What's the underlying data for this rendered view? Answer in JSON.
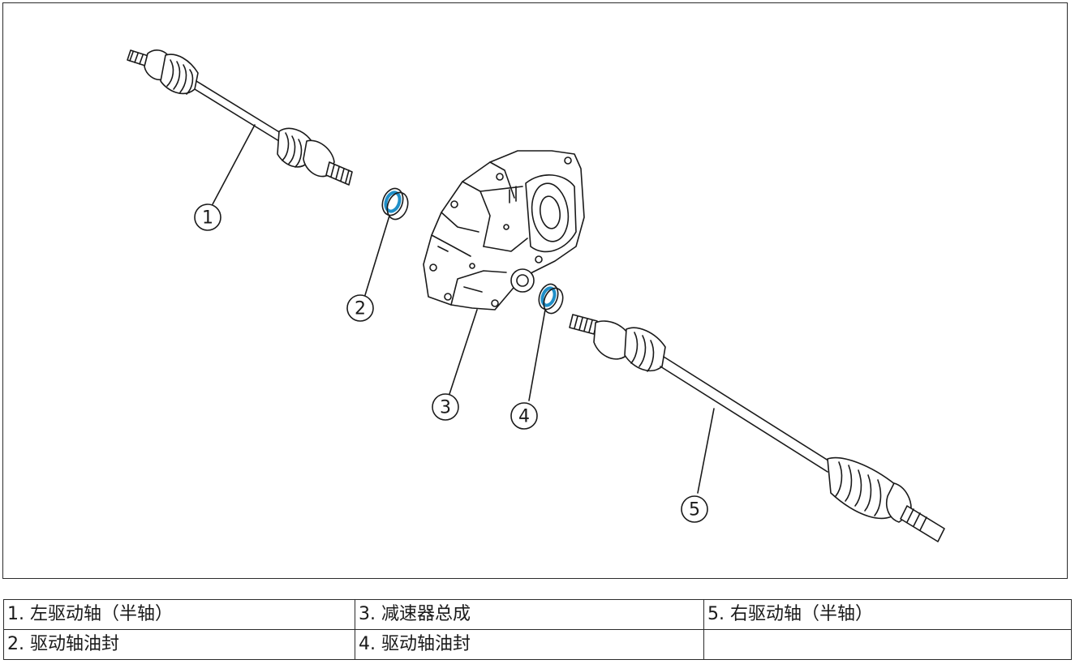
{
  "diagram": {
    "callouts": [
      "1",
      "2",
      "3",
      "4",
      "5"
    ],
    "colors": {
      "line": "#1a1a1a",
      "seal_accent": "#1f8fc8"
    }
  },
  "legend": {
    "rows": [
      [
        "1. 左驱动轴（半轴）",
        "3. 减速器总成",
        "5. 右驱动轴（半轴）"
      ],
      [
        "2. 驱动轴油封",
        "4. 驱动轴油封",
        ""
      ]
    ]
  }
}
